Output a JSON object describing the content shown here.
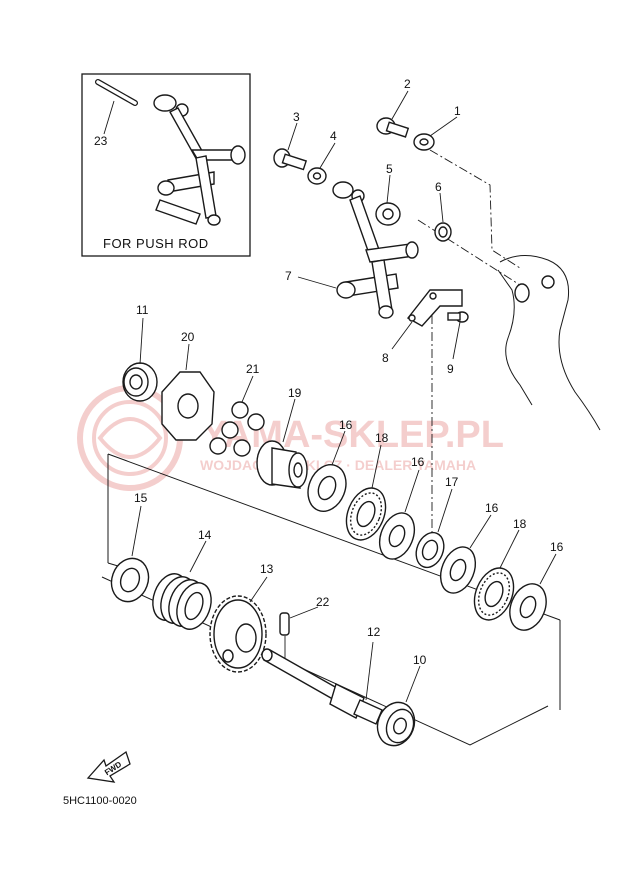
{
  "inset": {
    "caption": "FOR PUSH ROD",
    "part_label": "23"
  },
  "watermark": {
    "line1": "YAMA-SKLEP.PL",
    "line2": "WOJDACKOWSKI.CZ · DEALER YAMAHA",
    "color": "#d9534f"
  },
  "parts": [
    {
      "id": "p1",
      "number": "1"
    },
    {
      "id": "p2",
      "number": "2"
    },
    {
      "id": "p3",
      "number": "3"
    },
    {
      "id": "p4",
      "number": "4"
    },
    {
      "id": "p5",
      "number": "5"
    },
    {
      "id": "p6",
      "number": "6"
    },
    {
      "id": "p7",
      "number": "7"
    },
    {
      "id": "p8",
      "number": "8"
    },
    {
      "id": "p9",
      "number": "9"
    },
    {
      "id": "p10",
      "number": "10"
    },
    {
      "id": "p11",
      "number": "11"
    },
    {
      "id": "p12",
      "number": "12"
    },
    {
      "id": "p13",
      "number": "13"
    },
    {
      "id": "p14",
      "number": "14"
    },
    {
      "id": "p15",
      "number": "15"
    },
    {
      "id": "p16a",
      "number": "16"
    },
    {
      "id": "p16b",
      "number": "16"
    },
    {
      "id": "p16c",
      "number": "16"
    },
    {
      "id": "p16d",
      "number": "16"
    },
    {
      "id": "p17",
      "number": "17"
    },
    {
      "id": "p18a",
      "number": "18"
    },
    {
      "id": "p18b",
      "number": "18"
    },
    {
      "id": "p19",
      "number": "19"
    },
    {
      "id": "p20",
      "number": "20"
    },
    {
      "id": "p21",
      "number": "21"
    },
    {
      "id": "p22",
      "number": "22"
    }
  ],
  "fwd_label": "FWD",
  "diagram_code": "5HC1100-0020"
}
